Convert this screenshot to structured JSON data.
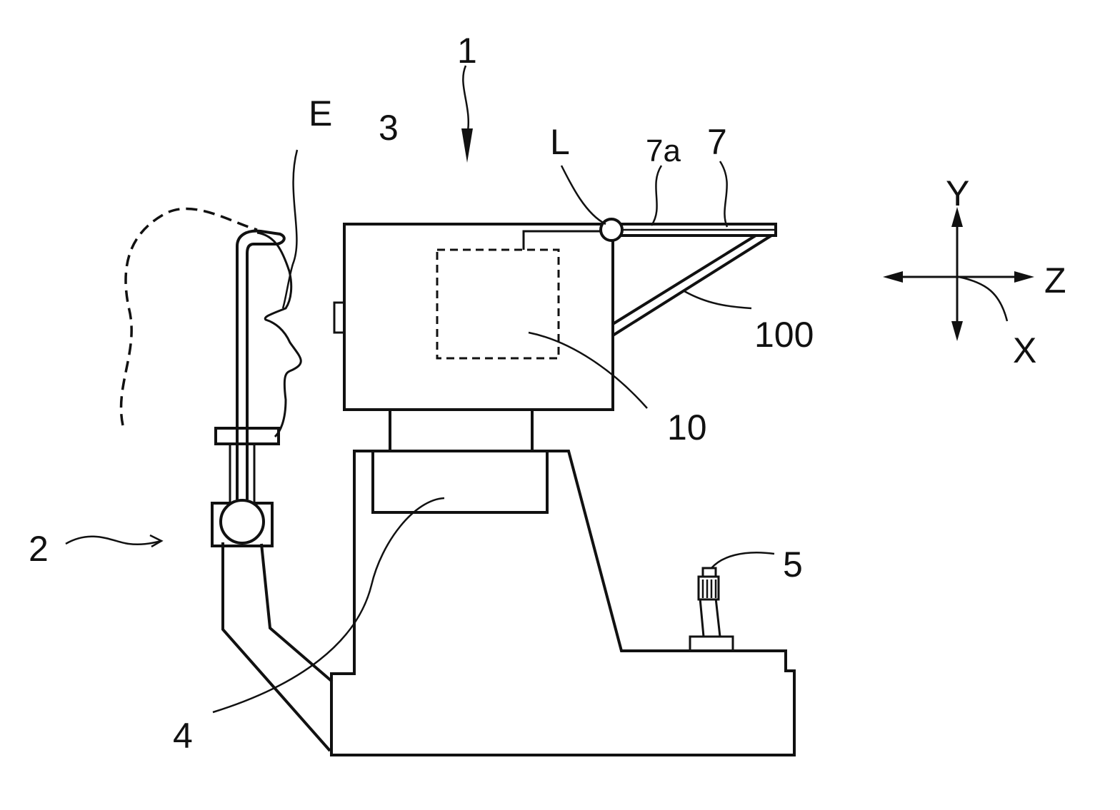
{
  "labels": {
    "device": "1",
    "chin_rest": "2",
    "measurement_head": "3",
    "base_stage": "4",
    "joystick": "5",
    "display": "7",
    "display_surface": "7a",
    "internal_unit": "10",
    "support_arm": "100",
    "eye": "E",
    "hinge": "L"
  },
  "axes": {
    "y": "Y",
    "z": "Z",
    "x": "X"
  }
}
